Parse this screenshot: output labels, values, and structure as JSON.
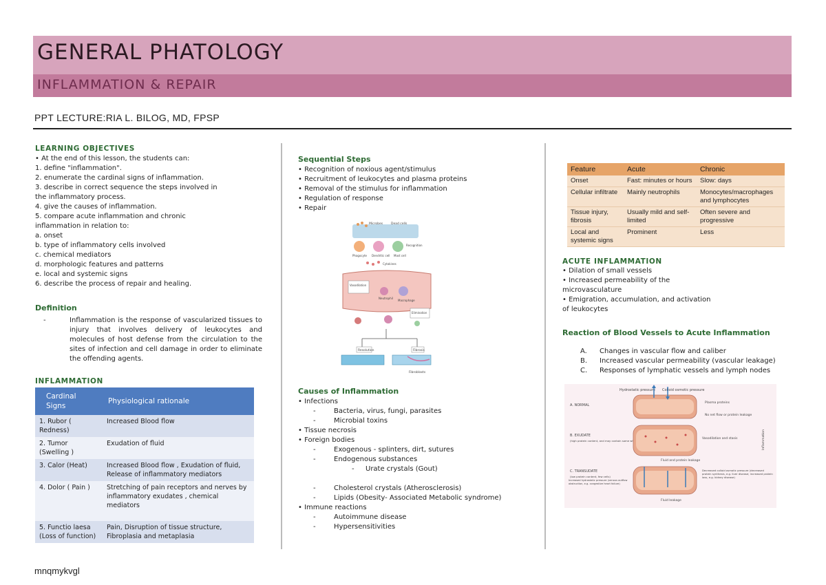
{
  "header": {
    "title": "GENERAL PHATOLOGY",
    "subtitle": "INFLAMMATION & REPAIR",
    "lecturer": "PPT LECTURE:RIA L. BILOG, MD, FPSP"
  },
  "col1": {
    "objectives_heading": "LEARNING OBJECTIVES",
    "objectives": [
      "• At the end of this lesson, the students can:",
      "1. define \"inflammation\".",
      "2. enumerate the cardinal signs of inflammation.",
      "3. describe in correct sequence the steps involved in",
      "the inflammatory process.",
      "4. give the causes of inflammation.",
      "5. compare acute inflammation and chronic",
      "inflammation in relation to:",
      "a. onset",
      "b. type of inflammatory cells involved",
      "c. chemical mediators",
      "d. morphologic features and patterns",
      "e. local and systemic signs",
      "6. describe the process of repair and healing."
    ],
    "definition_heading": "Definition",
    "definition_dash": "-",
    "definition_text": "Inflammation is the response of vascularized tissues to injury that involves delivery of leukocytes and molecules of host defense from the circulation to the sites of infection and cell damage in order to eliminate the offending agents.",
    "inflammation_heading": "INFLAMMATION",
    "cardinal_table": {
      "headers": [
        "Cardinal Signs",
        "Physiological rationale"
      ],
      "rows": [
        [
          "1.  Rubor ( Redness)",
          "Increased Blood flow"
        ],
        [
          "2.  Tumor (Swelling )",
          "Exudation of fluid"
        ],
        [
          "3.  Calor (Heat)",
          "Increased Blood flow  , Exudation of fluid, Release of inflammatory  mediators"
        ],
        [
          "4.  Dolor ( Pain )",
          "Stretching of pain receptors and nerves by inflammatory exudates , chemical mediators"
        ],
        [
          "5.  Functio laesa (Loss of function)",
          "Pain, Disruption of tissue structure, Fibroplasia and metaplasia"
        ]
      ]
    }
  },
  "col2": {
    "steps_heading": "Sequential Steps",
    "steps": [
      "• Recognition of noxious agent/stimulus",
      "• Recruitment of leukocytes and plasma proteins",
      "• Removal of the stimulus for inflammation",
      "• Regulation of response",
      "• Repair"
    ],
    "figure_labels": {
      "microbes": "Microbes",
      "dead_cells": "Dead cells",
      "phagocyte": "Phagocyte",
      "dendritic_cell": "Dendritic cell",
      "mast_cell": "Mast cell",
      "recognition": "Recognition",
      "vasodilation": "Vasodilation",
      "cytokines": "Cytokines",
      "neutrophil": "Neutrophil",
      "macrophage": "Macrophage",
      "elimination": "Elimination",
      "resolution": "Resolution",
      "fibrosis": "Fibrosis",
      "fibroblasts": "Fibroblasts"
    },
    "causes_heading": "Causes of Inflammation",
    "causes": [
      {
        "level": 0,
        "text": "• Infections"
      },
      {
        "level": 1,
        "text": "Bacteria, virus, fungi, parasites"
      },
      {
        "level": 1,
        "text": "Microbial toxins"
      },
      {
        "level": 0,
        "text": "• Tissue necrosis"
      },
      {
        "level": 0,
        "text": "• Foreign bodies"
      },
      {
        "level": 1,
        "text": "Exogenous - splinters, dirt, sutures"
      },
      {
        "level": 1,
        "text": "Endogenous substances"
      },
      {
        "level": 2,
        "text": "Urate crystals (Gout)"
      },
      {
        "level": 9,
        "text": ""
      },
      {
        "level": 1,
        "text": "Cholesterol crystals (Atherosclerosis)"
      },
      {
        "level": 1,
        "text": "Lipids (Obesity- Associated Metabolic syndrome)"
      },
      {
        "level": 0,
        "text": "• Immune reactions"
      },
      {
        "level": 1,
        "text": "Autoimmune disease"
      },
      {
        "level": 1,
        "text": "Hypersensitivities"
      }
    ],
    "dash": "-"
  },
  "col3": {
    "feature_table": {
      "headers": [
        "Feature",
        "Acute",
        "Chronic"
      ],
      "rows": [
        [
          "Onset",
          "Fast: minutes or hours",
          "Slow: days"
        ],
        [
          "Cellular infiltrate",
          "Mainly neutrophils",
          "Monocytes/macrophages and lymphocytes"
        ],
        [
          "Tissue injury, fibrosis",
          "Usually mild and self-limited",
          "Often severe and progressive"
        ],
        [
          "Local and systemic signs",
          "Prominent",
          "Less"
        ]
      ]
    },
    "acute_heading": "ACUTE INFLAMMATION",
    "acute_items": [
      "• Dilation of small vessels",
      "• Increased permeability of the",
      "microvasculature",
      "• Emigration, accumulation, and activation",
      "of leukocytes"
    ],
    "reaction_heading": "Reaction of Blood Vessels to Acute Inflammation",
    "reactions": [
      {
        "letter": "A.",
        "text": "Changes in vascular flow and caliber"
      },
      {
        "letter": "B.",
        "text": "Increased vascular permeability (vascular leakage)"
      },
      {
        "letter": "C.",
        "text": "Responses of lymphatic vessels and lymph nodes"
      }
    ],
    "figure_labels": {
      "hydrostatic": "Hydrostatic pressure",
      "colloid": "Colloid osmotic pressure",
      "a": "A. NORMAL",
      "plasma": "Plasma proteins",
      "no_leak": "No net flow or protein leakage",
      "b": "B. EXUDATE",
      "b_sub": "(high protein content, and may contain some white and red blood cells)",
      "vasodilation": "Vasodilation and stasis",
      "b_leak": "Fluid and protein leakage",
      "inflammation": "Inflammation",
      "c": "C. TRANSUDATE",
      "c_sub": "(low protein content, few cells)",
      "c_1": "Increased hydrostatic pressure (venous outflow obstruction, e.g. congestive heart failure)",
      "c_2": "Decreased colloid osmotic pressure (decreased protein synthesis, e.g. liver disease; increased protein loss, e.g. kidney disease)",
      "c_leak": "Fluid leakage"
    }
  },
  "footer": "mnqmykvgl"
}
